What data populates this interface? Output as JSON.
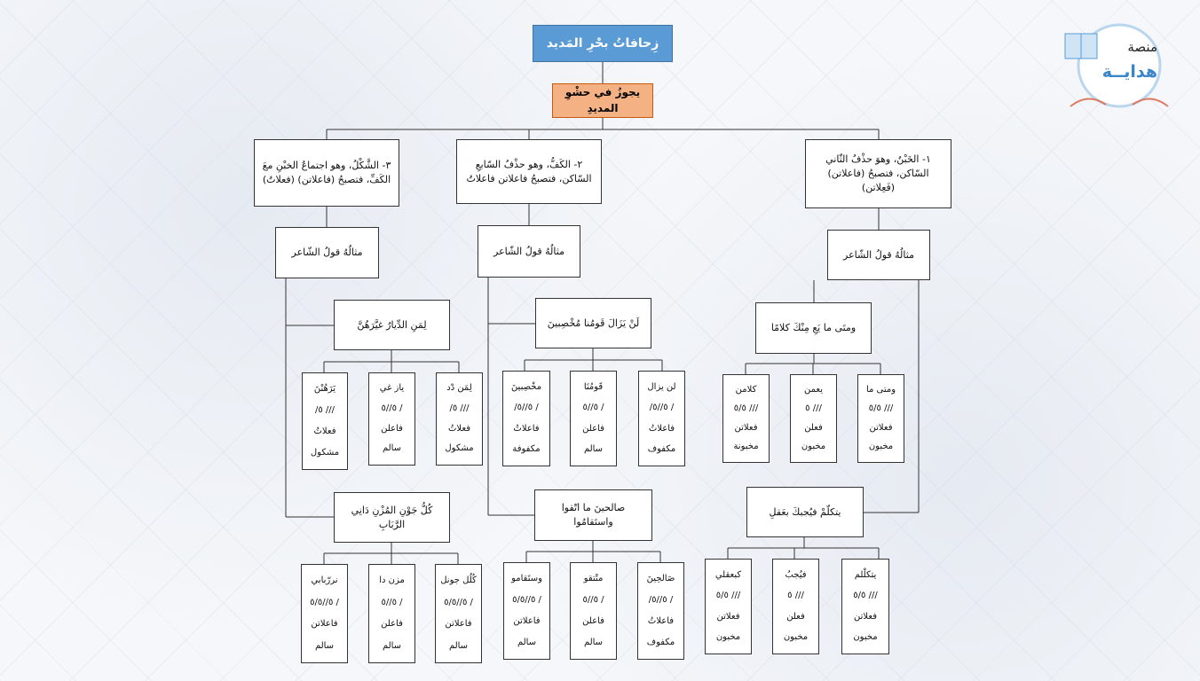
{
  "logo": {
    "top": "منصة",
    "bottom": "هدايــة"
  },
  "title": "زِحافاتُ بحْرِ المَديد",
  "subtitle": "يجوزُ في حشْوِ المديدِ",
  "branches": [
    {
      "rule": "١- الخَبْنُ، وهوَ حذْفُ الثّاني السّاكن، فتصبحُ (فاعلاتن) (فَعِلاتن)",
      "example_label": "مثالُهُ قولُ الشّاعر",
      "verse1": "ومتَى ما يَعِ مِنْكَ كلامًا",
      "verse1_cols": [
        {
          "word": "ومتى ما",
          "pattern": "/// ٥/٥",
          "foot": "فعلاتن",
          "note": "مخبون"
        },
        {
          "word": "يعمن",
          "pattern": "/// ٥",
          "foot": "فعلن",
          "note": "مخبون"
        },
        {
          "word": "كلامن",
          "pattern": "/// ٥/٥",
          "foot": "فعلاتن",
          "note": "مخبونة"
        }
      ],
      "verse2": "يتكلّمْ فيُجبكَ بعَقلِ",
      "verse2_cols": [
        {
          "word": "يتكلْلم",
          "pattern": "/// ٥/٥",
          "foot": "فعلاتن",
          "note": "مخبون"
        },
        {
          "word": "فيُجبُ",
          "pattern": "/// ٥",
          "foot": "فعلن",
          "note": "مخبون"
        },
        {
          "word": "كبعقلي",
          "pattern": "/// ٥/٥",
          "foot": "فعلاتن",
          "note": "مخبون"
        }
      ]
    },
    {
      "rule": "٢- الكَفُّ، وهو حذْفُ السّابعِ السّاكن، فتصبحُ فاعلاتن فاعلاتُ",
      "example_label": "مثالُهُ قولُ الشّاعر",
      "verse1": "لَنْ يَزَالَ قَومُنا مُخْصِبينَ",
      "verse1_cols": [
        {
          "word": "لن يزال",
          "pattern": "/ ٥//٥/",
          "foot": "فاعلاتُ",
          "note": "مكفوف"
        },
        {
          "word": "قَومُنَا",
          "pattern": "/ ٥//٥",
          "foot": "فاعلن",
          "note": "سالم"
        },
        {
          "word": "مخْصِبينَ",
          "pattern": "/ ٥//٥/",
          "foot": "فاعلاتُ",
          "note": "مكفوفة"
        }
      ],
      "verse2": "صالحينَ ما اتّقوا واستَقامُوا",
      "verse2_cols": [
        {
          "word": "صَالحِينَ",
          "pattern": "/ ٥//٥/",
          "foot": "فاعلاتُ",
          "note": "مكفوف"
        },
        {
          "word": "متْتقو",
          "pattern": "/ ٥//٥",
          "foot": "فاعلن",
          "note": "سالم"
        },
        {
          "word": "وستَقامو",
          "pattern": "/ ٥//٥/٥",
          "foot": "فاعلاتن",
          "note": "سالم"
        }
      ]
    },
    {
      "rule": "٣- الشَّكْلُ، وهو اجتماعُ الخبْنِ معَ الكَفِّ، فتصبحُ (فاعلاتن) (فعلاتُ)",
      "example_label": "مثالُهُ قولُ الشّاعر",
      "verse1": "لِمَنِ الدِّيارُ غيَّرَهُنَّ",
      "verse1_cols": [
        {
          "word": "لِمَن دْد",
          "pattern": "/// ٥/",
          "foot": "فعلاتُ",
          "note": "مشكول"
        },
        {
          "word": "ياز غي",
          "pattern": "/ ٥//٥",
          "foot": "فاعلن",
          "note": "سالم"
        },
        {
          "word": "يَرَهُنْنَ",
          "pattern": "/// ٥/",
          "foot": "فعلاتُ",
          "note": "مشكول"
        }
      ],
      "verse2": "كُلُّ جَوْنِ المُزْنِ دَانِي الرَّبَابِ",
      "verse2_cols": [
        {
          "word": "كُلُل جونل",
          "pattern": "/ ٥//٥/٥",
          "foot": "فاعلاتن",
          "note": "سالم"
        },
        {
          "word": "مزن دا",
          "pattern": "/ ٥//٥",
          "foot": "فاعلن",
          "note": "سالم"
        },
        {
          "word": "نررّبابي",
          "pattern": "/ ٥//٥/٥",
          "foot": "فاعلاتن",
          "note": "سالم"
        }
      ]
    }
  ]
}
